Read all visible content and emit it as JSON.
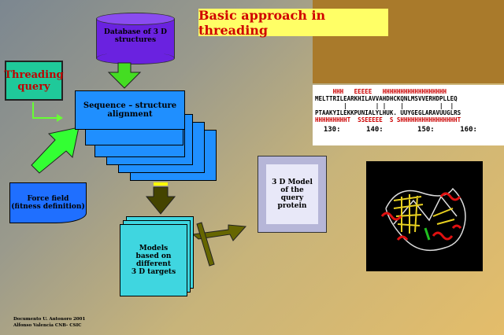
{
  "title": "Basic approach in threading",
  "database": "Database of 3 D structures",
  "query": {
    "line1": "Threading",
    "line2": "query"
  },
  "sequence": {
    "line1": "Sequence – structure",
    "line2": "alignment"
  },
  "force_field": {
    "line1": "Force field",
    "line2": "(fitness definition)"
  },
  "models": [
    "Models",
    "based on",
    "different",
    "3 D targets"
  ],
  "model3d": "3 D Model of the query protein",
  "alignment": {
    "ss_top": "     HHH   EEEEE   HHHHHHHHHHHHHHHHHH",
    "seq_top": "MELTTRILEARKHILAVVAHDHCKQNLMSVVERHDPLLEQ",
    "markers": "        |        | |    |          |  |",
    "seq_bot": "PTAAKYILEKKPUNIALYLHUK. UUYGEGLARAVUUGLRS",
    "ss_bot": "HHHHHHHHHT  SSEEEEE  S SHHHHHHHHHHHHHHHHT",
    "ruler": "  130:      140:        150:      160:"
  },
  "footer": {
    "line1": "Documento U. Antonoro 2001",
    "line2": "Alfonso Valencia CNB- CSIC"
  },
  "colors": {
    "helix": "#cc0000",
    "strand": "#d09020",
    "bend": "#000090"
  }
}
